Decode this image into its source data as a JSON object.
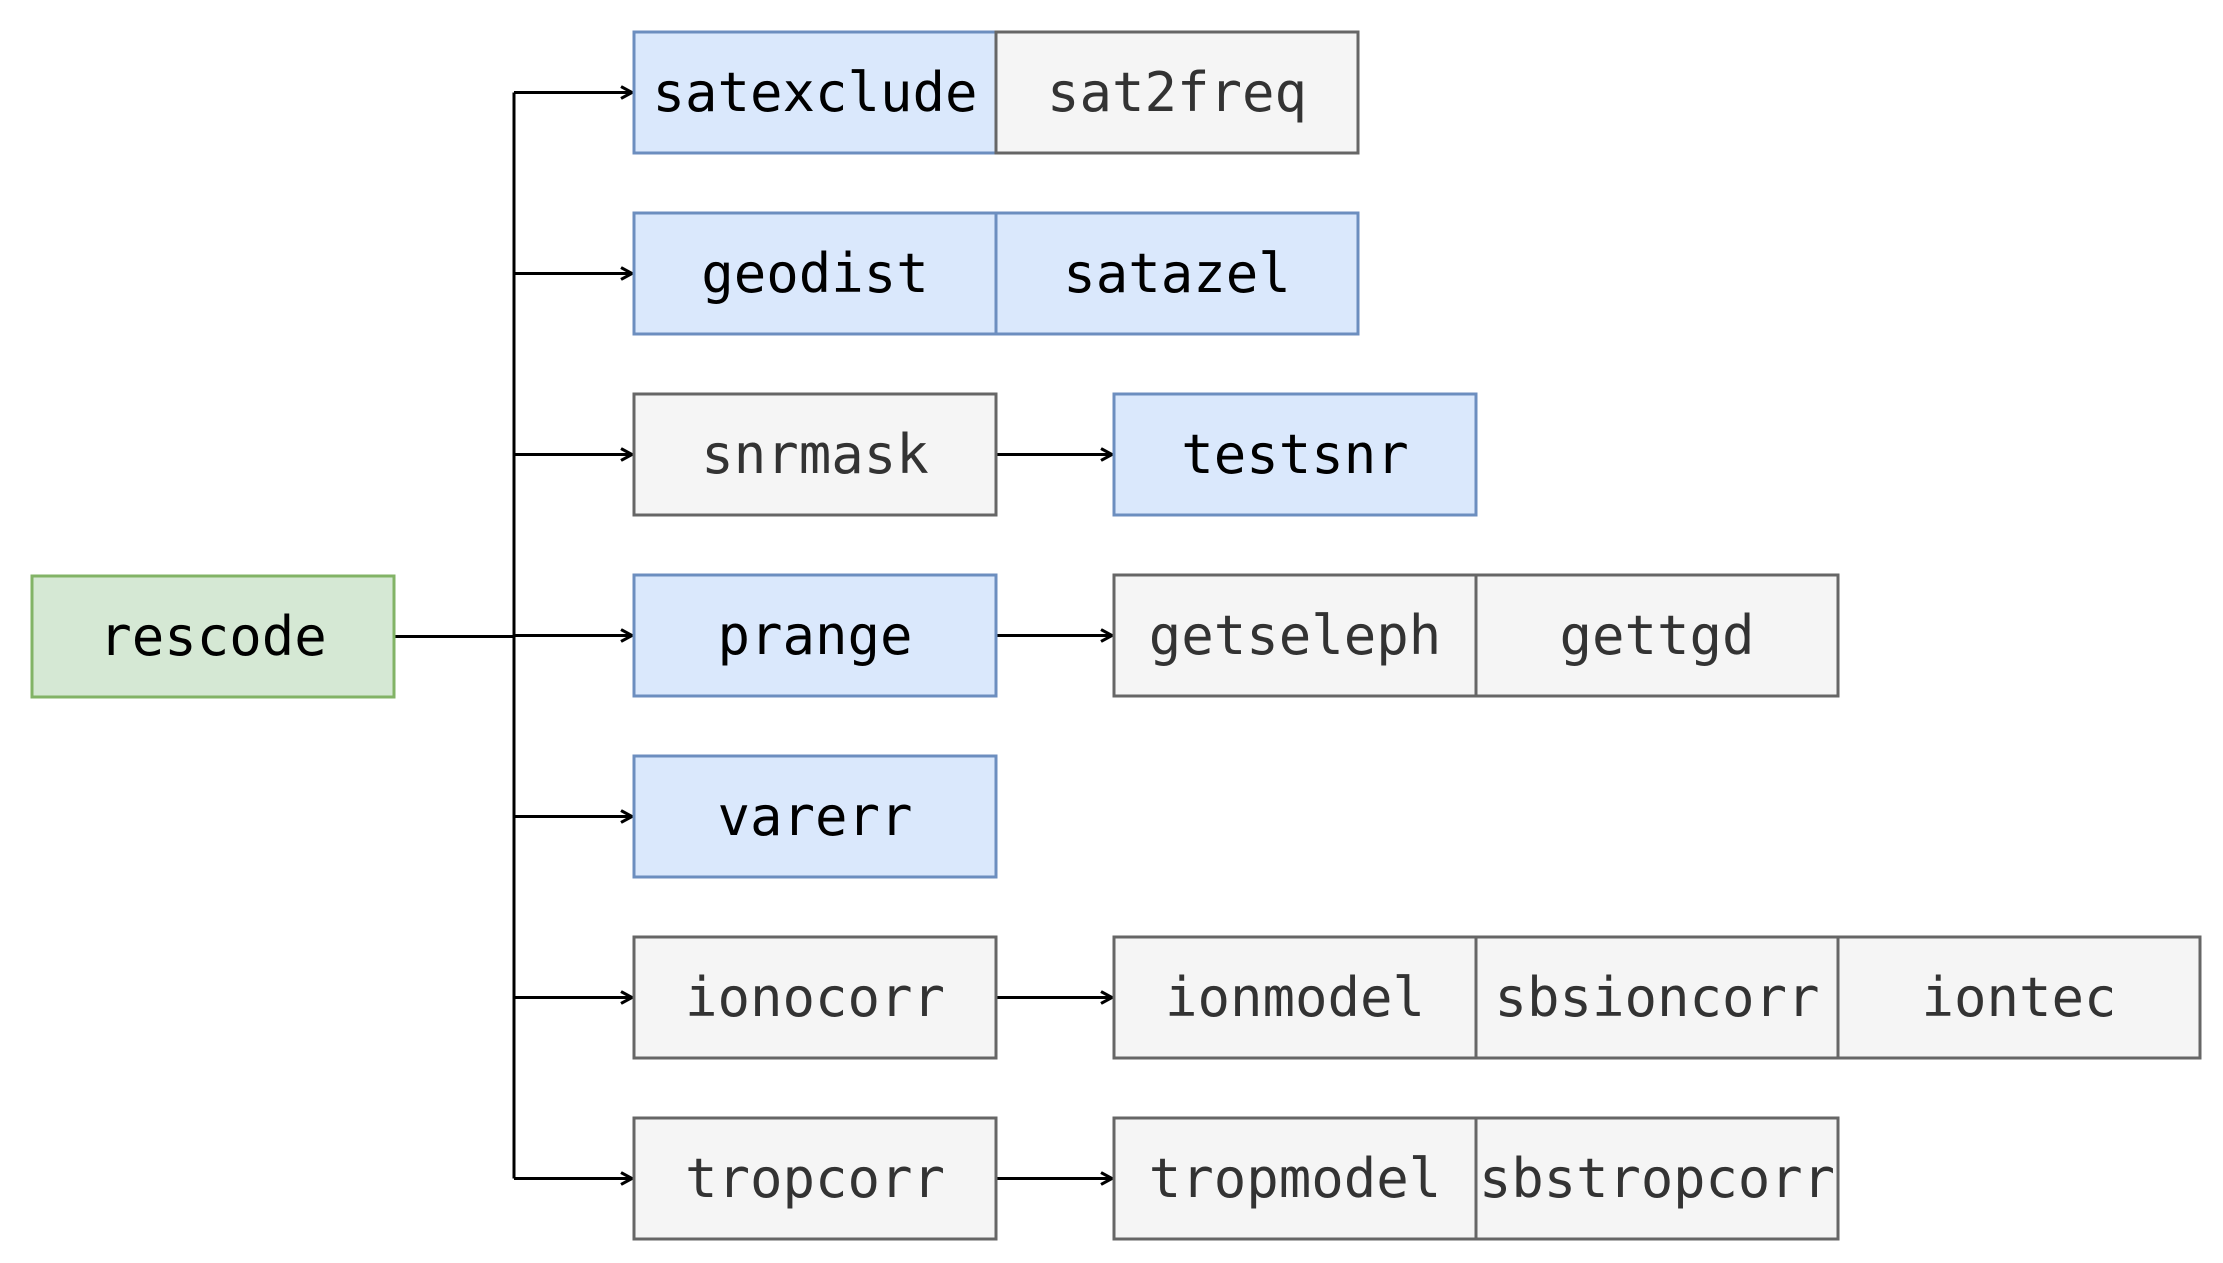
{
  "colors": {
    "root_fill": "#d5e8d4",
    "root_stroke": "#82b366",
    "blue_fill": "#dae8fc",
    "blue_stroke": "#6c8ebf",
    "blue_text": "#000000",
    "gray_fill": "#f5f5f5",
    "gray_stroke": "#666666",
    "gray_text": "#333333",
    "edge": "#000000"
  },
  "root": {
    "id": "rescode",
    "label": "rescode",
    "style": "root"
  },
  "rows": [
    {
      "id": "row-satexclude",
      "nodes": [
        {
          "id": "satexclude",
          "label": "satexclude",
          "style": "blue"
        },
        {
          "id": "sat2freq",
          "label": "sat2freq",
          "style": "gray"
        }
      ],
      "children": []
    },
    {
      "id": "row-geodist",
      "nodes": [
        {
          "id": "geodist",
          "label": "geodist",
          "style": "blue"
        },
        {
          "id": "satazel",
          "label": "satazel",
          "style": "blue"
        }
      ],
      "children": []
    },
    {
      "id": "row-snrmask",
      "nodes": [
        {
          "id": "snrmask",
          "label": "snrmask",
          "style": "gray"
        }
      ],
      "children": [
        {
          "id": "testsnr",
          "label": "testsnr",
          "style": "blue"
        }
      ]
    },
    {
      "id": "row-prange",
      "nodes": [
        {
          "id": "prange",
          "label": "prange",
          "style": "blue"
        }
      ],
      "children": [
        {
          "id": "getseleph",
          "label": "getseleph",
          "style": "gray"
        },
        {
          "id": "gettgd",
          "label": "gettgd",
          "style": "gray"
        }
      ]
    },
    {
      "id": "row-varerr",
      "nodes": [
        {
          "id": "varerr",
          "label": "varerr",
          "style": "blue"
        }
      ],
      "children": []
    },
    {
      "id": "row-ionocorr",
      "nodes": [
        {
          "id": "ionocorr",
          "label": "ionocorr",
          "style": "gray"
        }
      ],
      "children": [
        {
          "id": "ionmodel",
          "label": "ionmodel",
          "style": "gray"
        },
        {
          "id": "sbsioncorr",
          "label": "sbsioncorr",
          "style": "gray"
        },
        {
          "id": "iontec",
          "label": "iontec",
          "style": "gray"
        }
      ]
    },
    {
      "id": "row-tropcorr",
      "nodes": [
        {
          "id": "tropcorr",
          "label": "tropcorr",
          "style": "gray"
        }
      ],
      "children": [
        {
          "id": "tropmodel",
          "label": "tropmodel",
          "style": "gray"
        },
        {
          "id": "sbstropcorr",
          "label": "sbstropcorr",
          "style": "gray"
        }
      ]
    }
  ]
}
